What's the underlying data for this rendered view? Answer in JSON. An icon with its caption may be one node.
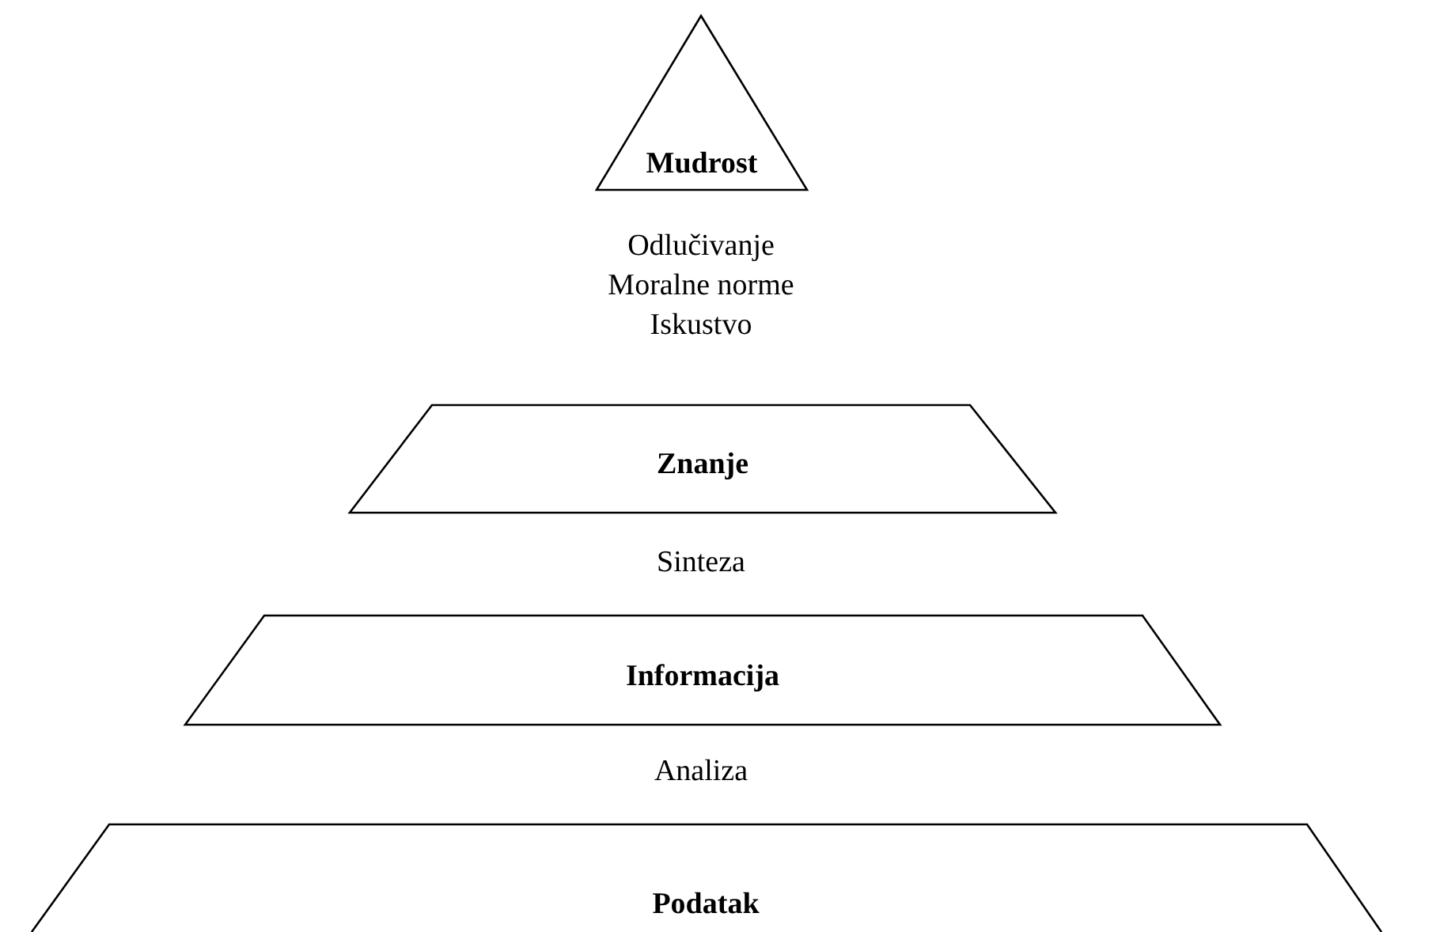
{
  "diagram": {
    "nodes": [
      {
        "text": [
          "Mudrost"
        ]
      },
      {
        "text": [
          "Znanje"
        ]
      },
      {
        "text": [
          "Informacija"
        ]
      },
      {
        "text": [
          "Podatak"
        ]
      }
    ],
    "labels": [
      "Odlučivanje",
      "Moralne norme",
      "Iskustvo",
      "Sinteza",
      "Analiza"
    ]
  }
}
